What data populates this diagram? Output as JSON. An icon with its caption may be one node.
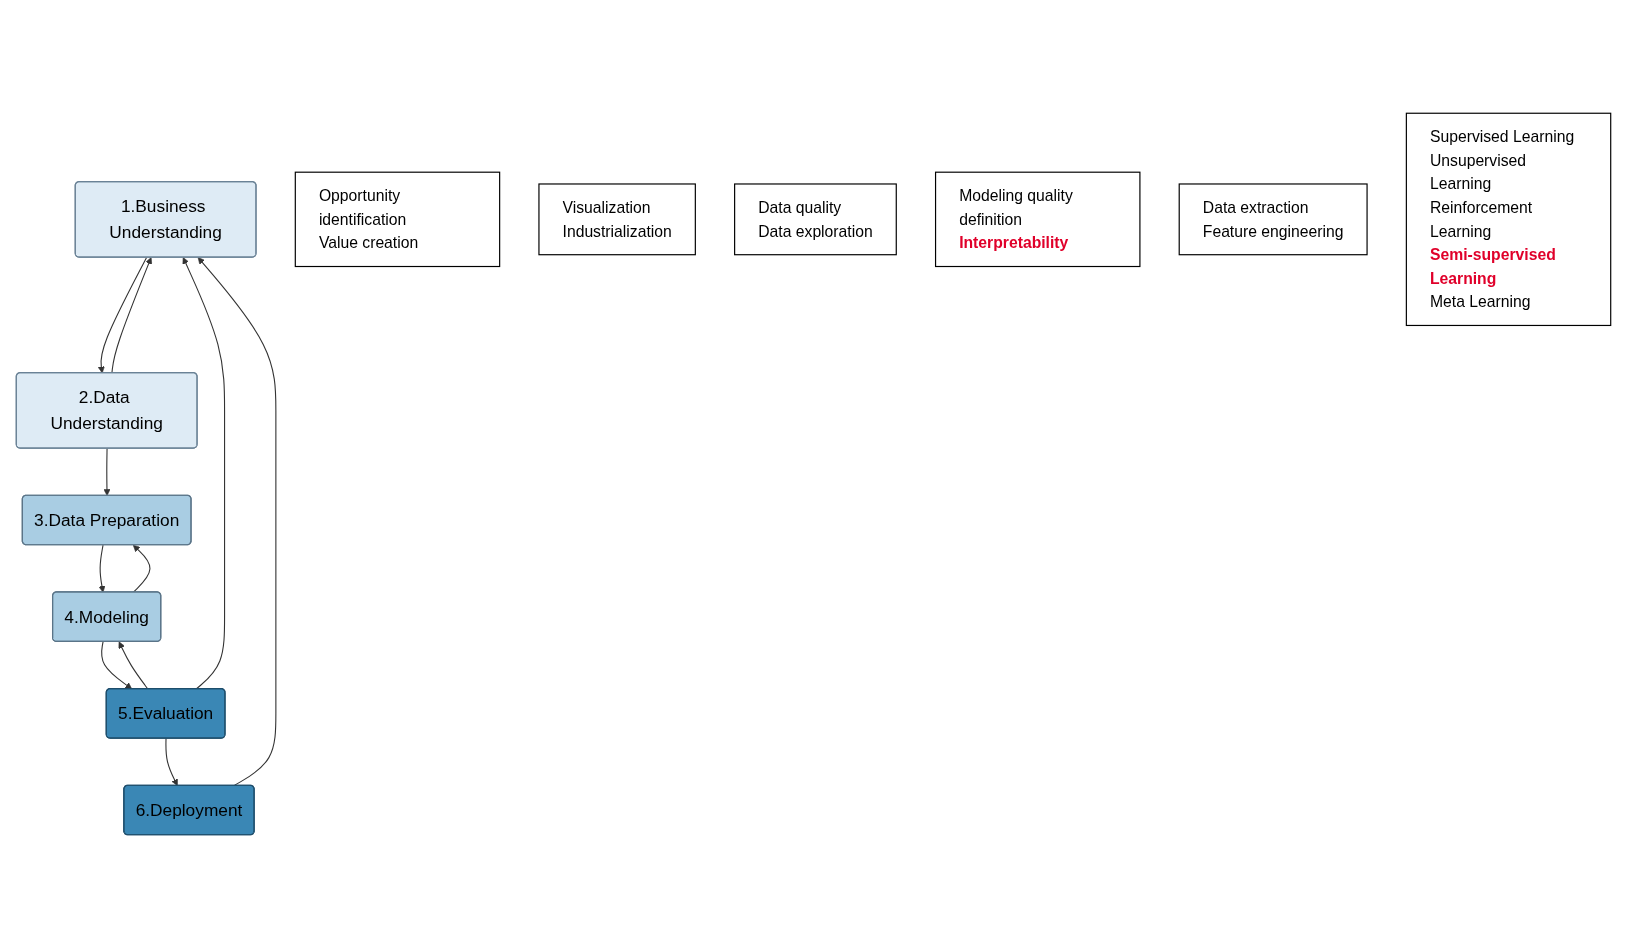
{
  "diagram": {
    "nodes": [
      {
        "text": [
          "1.Business Understanding"
        ]
      },
      {
        "text": [
          "2.Data Understanding"
        ]
      },
      {
        "text": [
          "3.Data Preparation"
        ]
      },
      {
        "text": [
          "4.Modeling"
        ]
      },
      {
        "text": [
          "5.Evaluation"
        ]
      },
      {
        "text": [
          "6.Deployment"
        ]
      },
      {
        "text": [
          "Opportunity identification",
          "Value creation"
        ]
      },
      {
        "text": [
          "Visualization",
          "Industrialization"
        ]
      },
      {
        "text": [
          "Data quality",
          "Data exploration"
        ]
      },
      {
        "text": [
          "Modeling quality definition",
          "**Interpretability**"
        ]
      },
      {
        "text": [
          "Data extraction",
          "Feature engineering"
        ]
      },
      {
        "text": [
          "Supervised Learning",
          "Unsupervised Learning",
          "Reinforcement Learning",
          "**Semi-supervised Learning**",
          "Meta Learning"
        ]
      }
    ],
    "edges": [
      {
        "from": 0,
        "to": 1,
        "arrow": "to"
      },
      {
        "from": 1,
        "to": 0,
        "arrow": "to"
      },
      {
        "from": 1,
        "to": 2,
        "arrow": "to"
      },
      {
        "from": 2,
        "to": 3,
        "arrow": "to"
      },
      {
        "from": 3,
        "to": 2,
        "arrow": "to"
      },
      {
        "from": 3,
        "to": 4,
        "arrow": "to"
      },
      {
        "from": 4,
        "to": 3,
        "arrow": "to"
      },
      {
        "from": 4,
        "to": 5,
        "arrow": "to"
      },
      {
        "from": 4,
        "to": 0,
        "arrow": "to"
      },
      {
        "from": 5,
        "to": 0,
        "arrow": "to"
      }
    ]
  }
}
